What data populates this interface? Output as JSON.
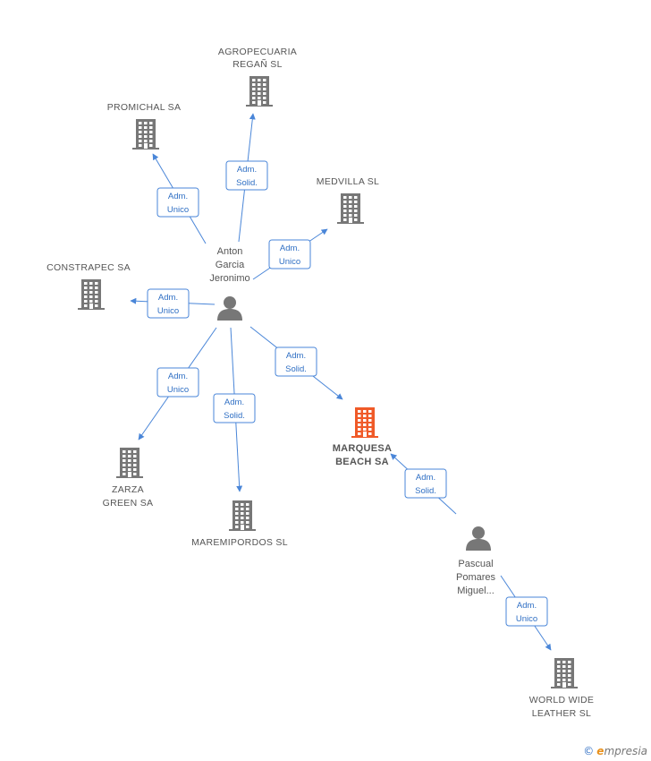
{
  "colors": {
    "company": "#777777",
    "focus": "#f05a28",
    "person": "#777777",
    "edge": "#4a86d8"
  },
  "companies": [
    {
      "id": "agro",
      "lines": [
        "AGROPECUARIA",
        "REGAÑ SL"
      ],
      "focus": false
    },
    {
      "id": "promichal",
      "lines": [
        "PROMICHAL SA"
      ],
      "focus": false
    },
    {
      "id": "medvilla",
      "lines": [
        "MEDVILLA SL"
      ],
      "focus": false
    },
    {
      "id": "constrapec",
      "lines": [
        "CONSTRAPEC SA"
      ],
      "focus": false
    },
    {
      "id": "marquesa",
      "lines": [
        "MARQUESA",
        "BEACH SA"
      ],
      "focus": true
    },
    {
      "id": "zarza",
      "lines": [
        "ZARZA",
        "GREEN SA"
      ],
      "focus": false
    },
    {
      "id": "maremipordos",
      "lines": [
        "MAREMIPORDOS SL"
      ],
      "focus": false
    },
    {
      "id": "worldwide",
      "lines": [
        "WORLD WIDE",
        "LEATHER  SL"
      ],
      "focus": false
    }
  ],
  "persons": [
    {
      "id": "anton",
      "lines": [
        "Anton",
        "Garcia",
        "Jeronimo"
      ]
    },
    {
      "id": "pascual",
      "lines": [
        "Pascual",
        "Pomares",
        "Miguel..."
      ]
    }
  ],
  "edges": [
    {
      "from": "anton",
      "to": "agro",
      "label": [
        "Adm.",
        "Solid."
      ]
    },
    {
      "from": "anton",
      "to": "promichal",
      "label": [
        "Adm.",
        "Unico"
      ]
    },
    {
      "from": "anton",
      "to": "medvilla",
      "label": [
        "Adm.",
        "Unico"
      ]
    },
    {
      "from": "anton",
      "to": "constrapec",
      "label": [
        "Adm.",
        "Unico"
      ]
    },
    {
      "from": "anton",
      "to": "marquesa",
      "label": [
        "Adm.",
        "Solid."
      ]
    },
    {
      "from": "anton",
      "to": "zarza",
      "label": [
        "Adm.",
        "Unico"
      ]
    },
    {
      "from": "anton",
      "to": "maremipordos",
      "label": [
        "Adm.",
        "Solid."
      ]
    },
    {
      "from": "pascual",
      "to": "marquesa",
      "label": [
        "Adm.",
        "Solid."
      ]
    },
    {
      "from": "pascual",
      "to": "worldwide",
      "label": [
        "Adm.",
        "Unico"
      ]
    }
  ],
  "brand": {
    "copyright": "©",
    "initial": "e",
    "rest": "mpresia"
  }
}
